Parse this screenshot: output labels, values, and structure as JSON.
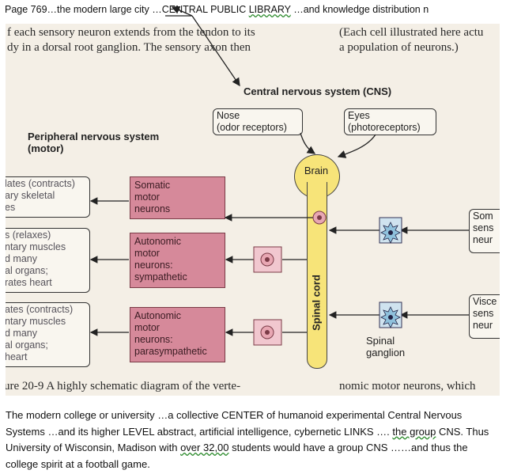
{
  "top_caption": {
    "prefix": "Page 769…the modern large city …CENTRAL PUBLIC ",
    "library_word": "LIBRARY",
    "middle": "  …",
    "suffix": "and knowledge distribution n"
  },
  "book_text": {
    "left_line1": "f each sensory neuron extends from the tendon to its",
    "left_line2": "dy in a dorsal root ganglion. The sensory axon then",
    "right_line1": "(Each cell illustrated here actu",
    "right_line2": "a population of neurons.)",
    "figure_caption": "ure 20-9  A highly schematic diagram of the verte-",
    "right_bottom": "nomic motor neurons, which"
  },
  "diagram": {
    "cns_title": "Central nervous system (CNS)",
    "pns_title": "Peripheral nervous system\n(motor)",
    "nose": "Nose\n(odor receptors)",
    "eyes": "Eyes\n(photoreceptors)",
    "brain": "Brain",
    "spinal_cord": "Spinal cord",
    "spinal_ganglion": "Spinal\nganglion",
    "motor_boxes": [
      "Somatic\nmotor\nneurons",
      "Autonomic\nmotor\nneurons:\nsympathetic",
      "Autonomic\nmotor\nneurons:\nparasympathetic"
    ],
    "effector_boxes": [
      "lates (contracts)\nary skeletal\nes",
      "s (relaxes)\nntary muscles\nd many\nal organs;\nrates heart",
      "ates (contracts)\nntary muscles\nd many\nal organs;\nheart"
    ],
    "right_boxes": [
      "Som\nsens\nneur",
      "Visce\nsens\nneur"
    ]
  },
  "bottom_text": {
    "part1": "The modern college or university …a collective  CENTER of   humanoid experimental Central Nervous Systems …and its  higher LEVEL abstract, artificial  intelligence,  cybernetic LINKS …. ",
    "the_group": "the  group",
    "part2": "  CNS.  Thus University of Wisconsin, Madison with ",
    "over_num": "over  32,00",
    "part3": " students   would have a group CNS ……and thus   the   college spirit at a   football  game."
  }
}
